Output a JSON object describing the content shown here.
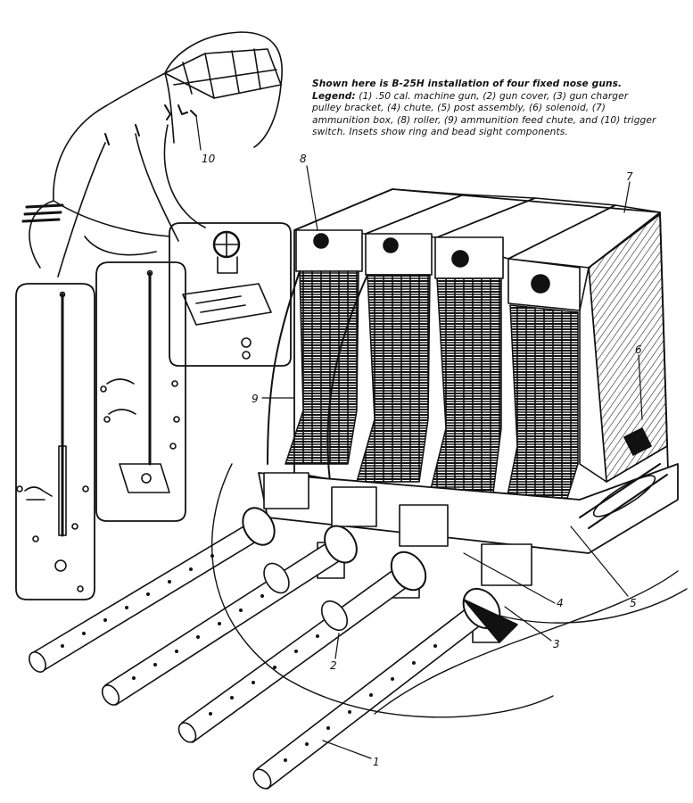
{
  "caption": {
    "intro": "Shown here is B-25H installation of four fixed nose guns. Legend:",
    "legend": "(1) .50 cal. machine gun, (2) gun cover, (3) gun charger pulley bracket, (4) chute, (5) post assembly, (6) solenoid, (7) ammunition box, (8) roller, (9) ammunition feed chute, and (10) trigger switch. Insets show ring and bead sight components."
  },
  "callouts": [
    "1",
    "2",
    "3",
    "4",
    "5",
    "6",
    "7",
    "8",
    "9",
    "10"
  ]
}
